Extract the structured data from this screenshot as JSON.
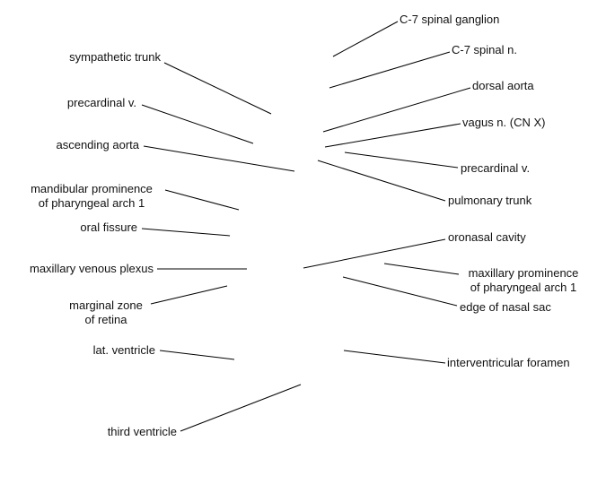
{
  "colors": {
    "text": "#111111",
    "line": "#000000",
    "background": "#ffffff"
  },
  "labels": {
    "c7_spinal_ganglion": "C-7 spinal ganglion",
    "c7_spinal_n": "C-7 spinal n.",
    "dorsal_aorta": "dorsal aorta",
    "vagus_n": "vagus n. (CN X)",
    "precardinal_v_right": "precardinal v.",
    "pulmonary_trunk": "pulmonary trunk",
    "oronasal_cavity": "oronasal cavity",
    "maxillary_prominence_line1": "maxillary prominence",
    "maxillary_prominence_line2": "of pharyngeal arch 1",
    "edge_of_nasal_sac": "edge of nasal sac",
    "interventricular_foramen": "interventricular foramen",
    "sympathetic_trunk": "sympathetic trunk",
    "precardinal_v_left": "precardinal v.",
    "ascending_aorta": "ascending aorta",
    "mandibular_prominence_line1": "mandibular prominence",
    "mandibular_prominence_line2": "of pharyngeal arch 1",
    "oral_fissure": "oral fissure",
    "maxillary_venous_plexus": "maxillary venous plexus",
    "marginal_zone_line1": "marginal zone",
    "marginal_zone_line2": "of retina",
    "lat_ventricle": "lat. ventricle",
    "third_ventricle": "third ventricle"
  }
}
